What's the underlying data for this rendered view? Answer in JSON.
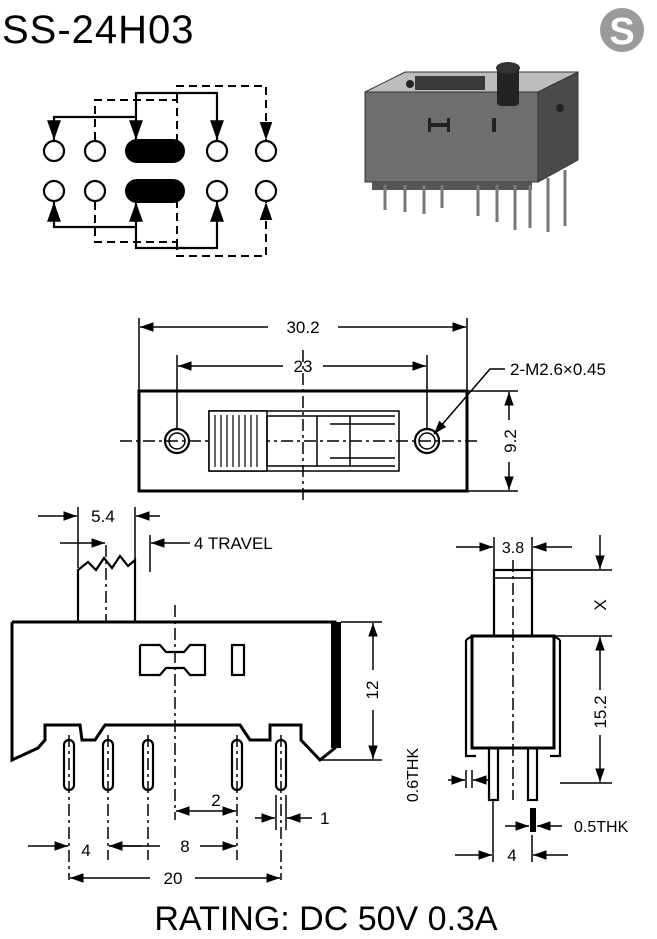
{
  "title": "SS-24H03",
  "logo_letter": "S",
  "rating": "RATING: DC 50V 0.3A",
  "labels": {
    "top_overall": "30.2",
    "top_holes": "23",
    "thread": "2-M2.6×0.45",
    "top_height": "9.2",
    "knob_width": "5.4",
    "travel": "4 TRAVEL",
    "body_height": "12",
    "pin_spacing_a": "4",
    "pin_spacing_b": "8",
    "pin_spacing_c": "2",
    "pin_width": "1",
    "overall_pins": "20",
    "side_knob": "3.8",
    "side_x": "X",
    "side_height": "15.2",
    "frame_thk": "0.6THK",
    "pin_thk": "0.5THK",
    "side_pin_spacing": "4"
  }
}
